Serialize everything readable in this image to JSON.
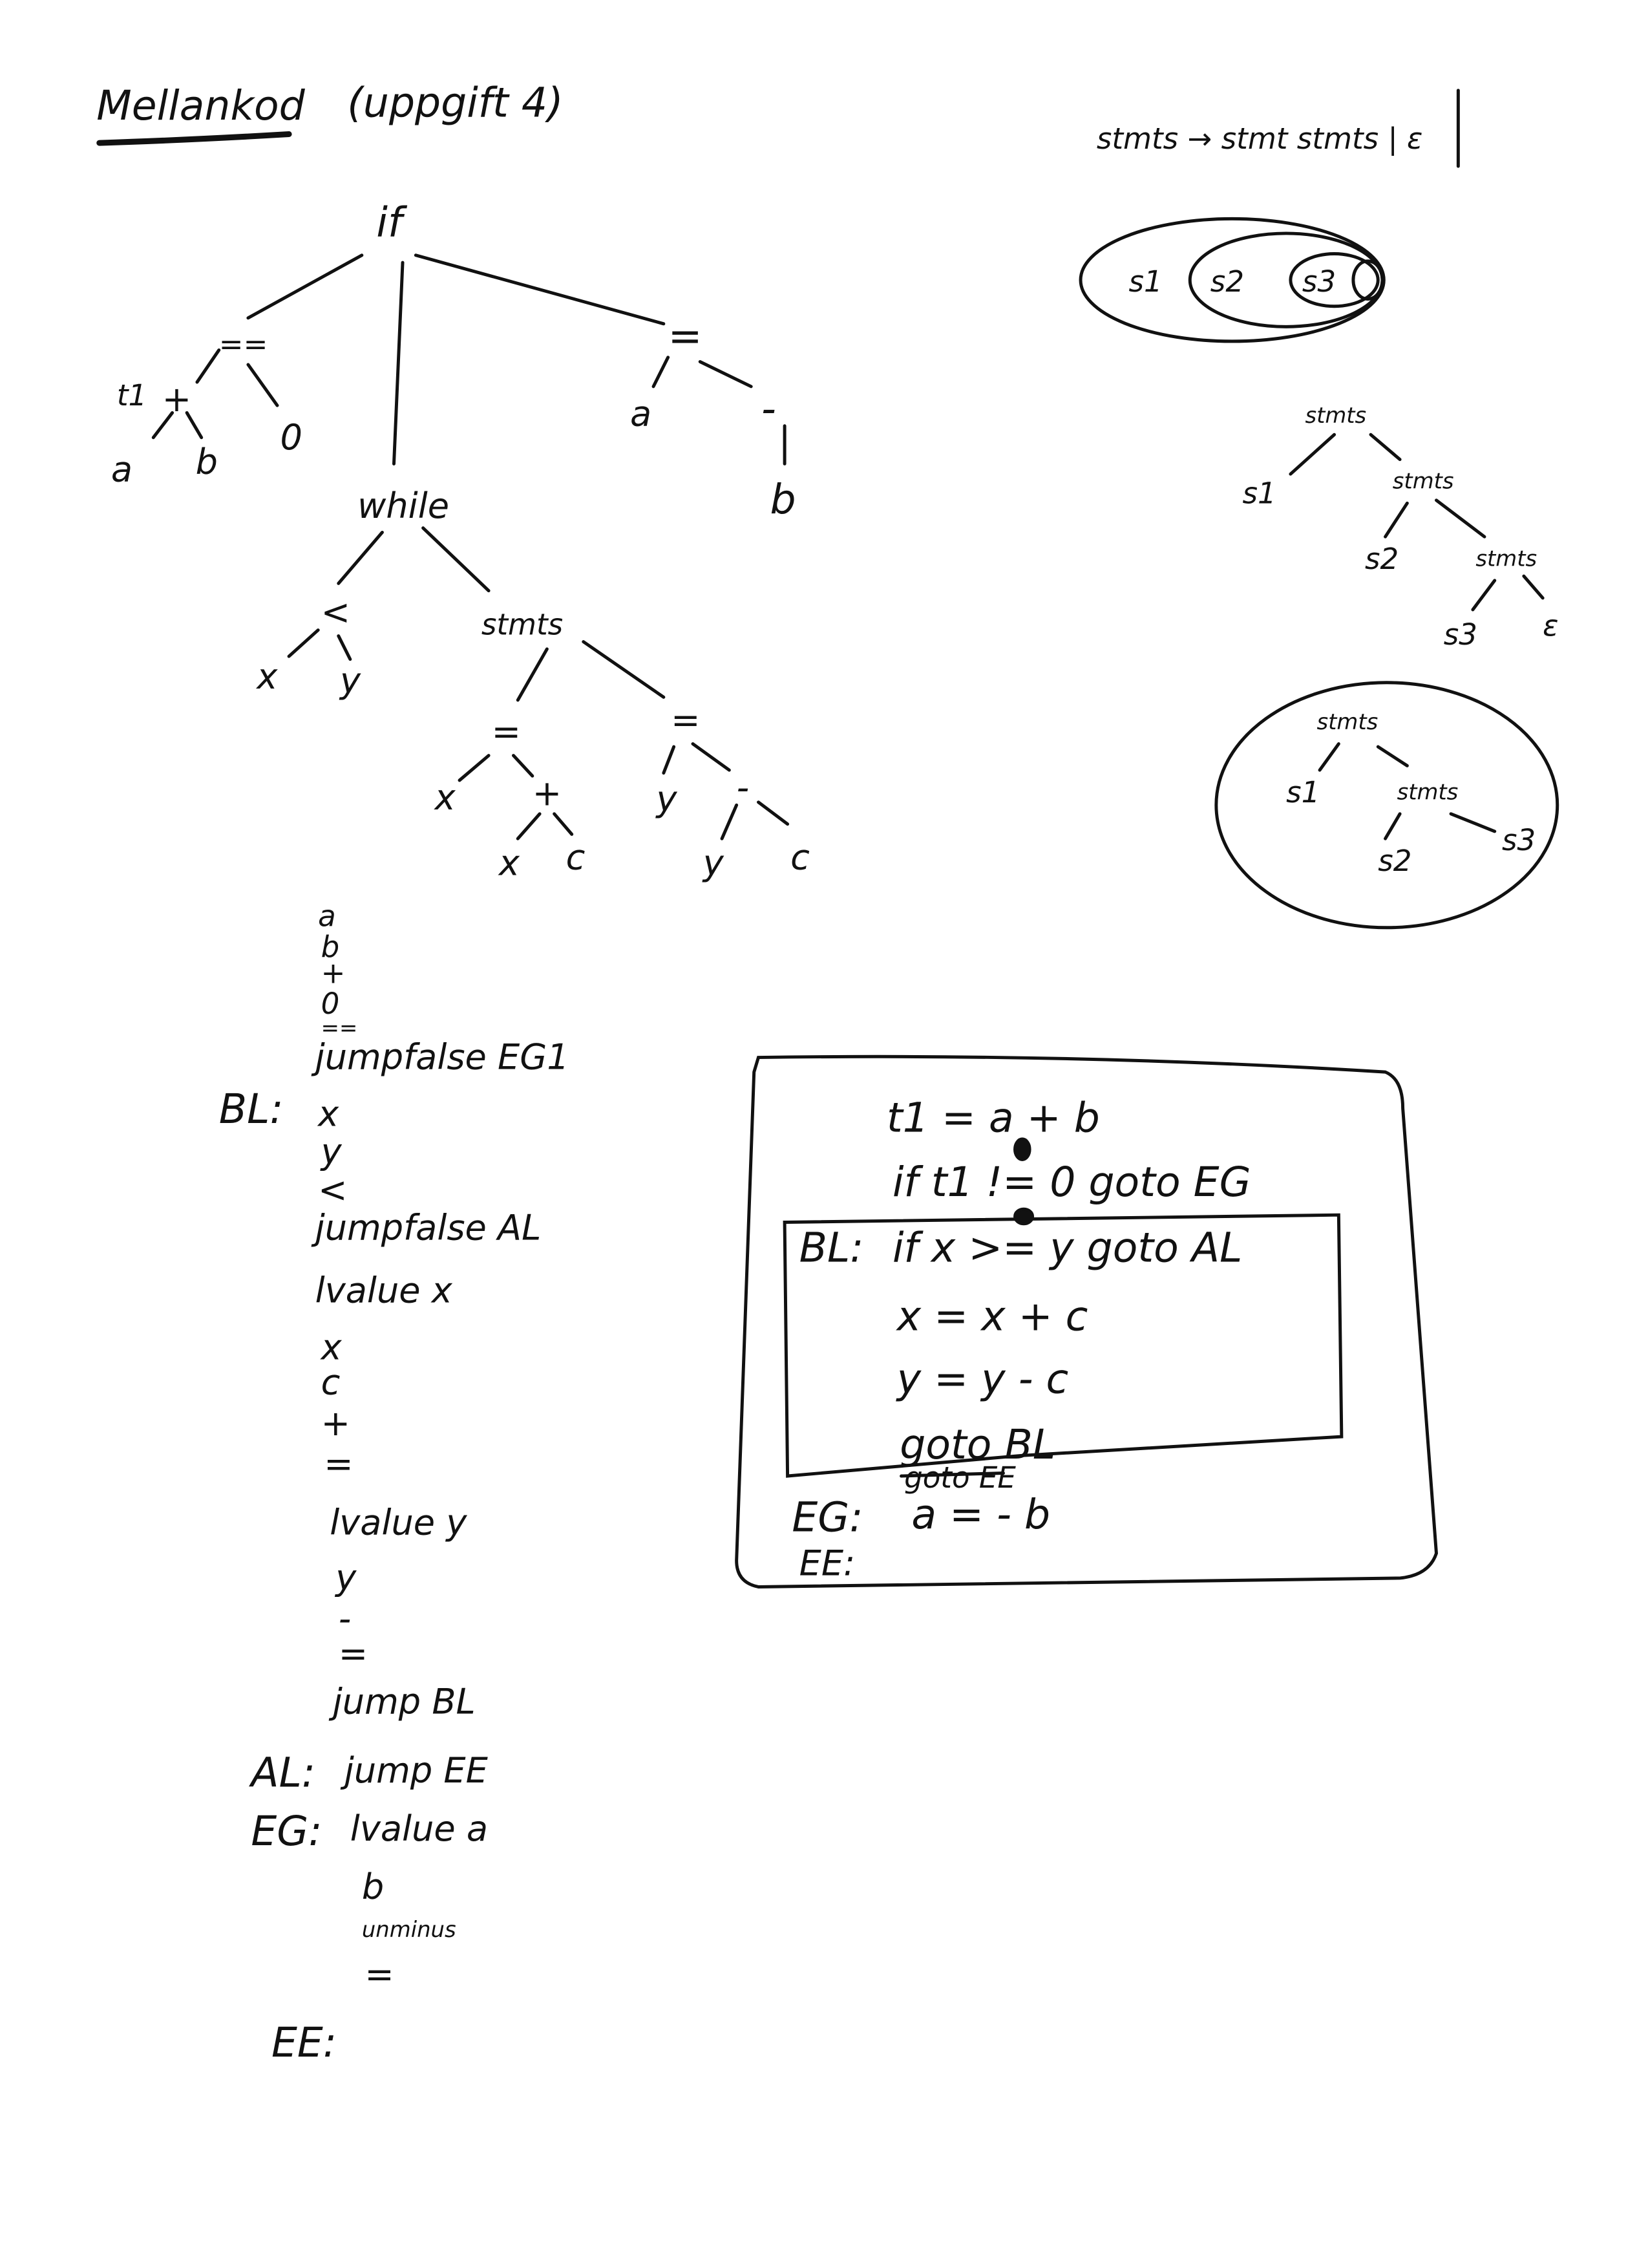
{
  "header": {
    "title": "Mellankod",
    "subtitle": "(uppgift 4)"
  },
  "grammar": {
    "rule": "stmts → stmt stmts | ε"
  },
  "nested_sets": {
    "s1": "s1",
    "s2": "s2",
    "s3": "s3"
  },
  "ast": {
    "if": "if",
    "eq": "==",
    "t1": "t1",
    "plus": "+",
    "a": "a",
    "b": "b",
    "zero": "0",
    "while": "while",
    "lt": "<",
    "x": "x",
    "y": "y",
    "stmts": "stmts",
    "assign1": "=",
    "x2": "x",
    "plus2": "+",
    "x3": "x",
    "c1": "c",
    "assign2": "=",
    "y2": "y",
    "minus": "-",
    "y3": "y",
    "c2": "c",
    "assign3": "=",
    "a2": "a",
    "neg": "-",
    "b2": "b"
  },
  "right_tree": {
    "root": "stmts",
    "s1": "s1",
    "n2": "stmts",
    "s2": "s2",
    "n3": "stmts",
    "s3": "s3",
    "eps": "ε"
  },
  "circled_tree": {
    "root": "stmts",
    "s1": "s1",
    "n2": "stmts",
    "s2": "s2",
    "s3": "s3"
  },
  "stack_code": {
    "lines": [
      "a",
      "b",
      "+",
      "0",
      "==",
      "jumpfalse EG1",
      "x",
      "y",
      "<",
      "jumpfalse AL",
      "lvalue x",
      "x",
      "c",
      "+",
      "=",
      "lvalue y",
      "y",
      "-",
      "=",
      "jump BL",
      "jump EE",
      "lvalue a",
      "b",
      "unminus",
      "="
    ],
    "labels": {
      "bl": "BL:",
      "al": "AL:",
      "eg": "EG:",
      "ee": "EE:"
    }
  },
  "three_address": {
    "lines": [
      "t1 = a + b",
      "if t1 != 0  goto EG",
      "if x >= y  goto AL",
      "x = x + c",
      "y = y - c",
      "goto BL",
      "goto EE",
      "a = - b",
      ""
    ],
    "labels": {
      "bl": "BL:",
      "eg": "EG:",
      "ee": "EE:"
    }
  }
}
